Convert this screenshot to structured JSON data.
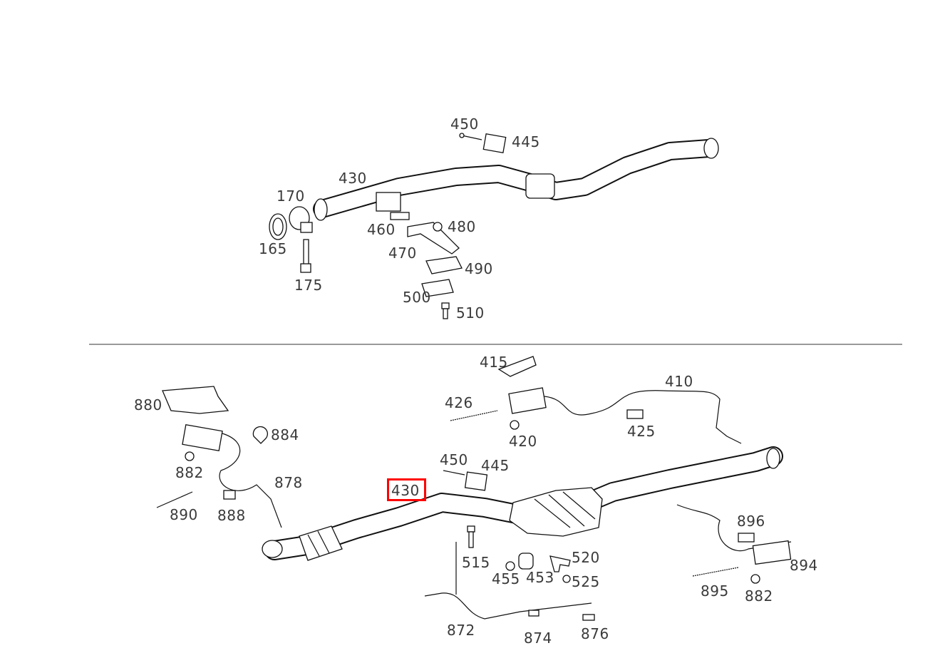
{
  "diagram": {
    "title": "Exhaust system parts diagram",
    "highlight_color": "#ff0000",
    "highlighted_part": "430",
    "upper_labels": [
      "450",
      "445",
      "430",
      "170",
      "165",
      "175",
      "460",
      "480",
      "470",
      "490",
      "500",
      "510"
    ],
    "lower_labels": [
      "415",
      "410",
      "426",
      "880",
      "420",
      "425",
      "884",
      "882",
      "450",
      "445",
      "878",
      "430",
      "890",
      "888",
      "896",
      "520",
      "515",
      "455",
      "453",
      "525",
      "894",
      "895",
      "882",
      "872",
      "874",
      "876"
    ]
  }
}
